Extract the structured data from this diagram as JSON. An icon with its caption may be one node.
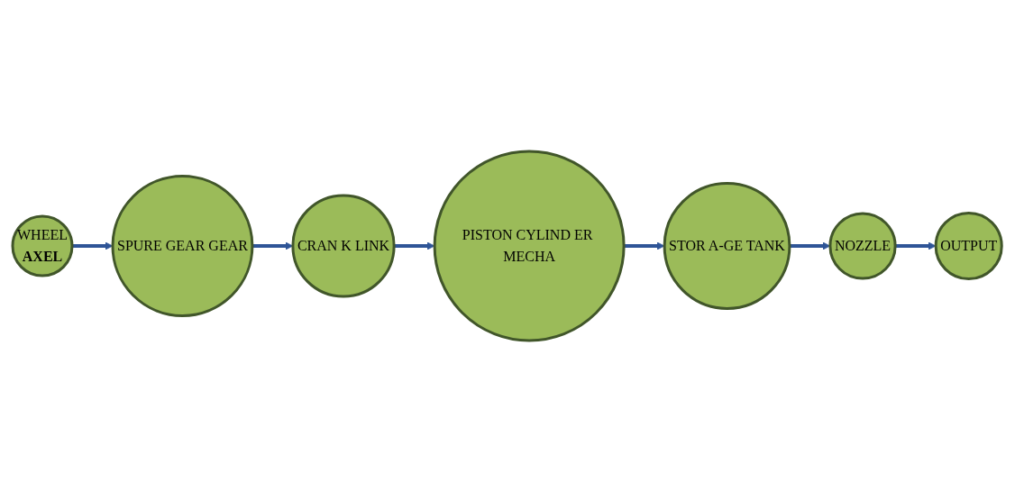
{
  "diagram": {
    "nodes": [
      {
        "text": [
          "WHEEL",
          "AXEL"
        ]
      },
      {
        "text": [
          "SPURE GEAR GEAR"
        ]
      },
      {
        "text": [
          "CRAN K LINK"
        ]
      },
      {
        "text": [
          "PISTON CYLIND ER MECHA"
        ]
      },
      {
        "text": [
          "STOR A-GE TANK"
        ]
      },
      {
        "text": [
          "NOZZLE"
        ]
      },
      {
        "text": [
          "OUTPUT"
        ]
      }
    ],
    "edges": [
      {
        "from": 0,
        "to": 1,
        "arrow": "to"
      },
      {
        "from": 1,
        "to": 2,
        "arrow": "to"
      },
      {
        "from": 2,
        "to": 3,
        "arrow": "to"
      },
      {
        "from": 3,
        "to": 4,
        "arrow": "to"
      },
      {
        "from": 4,
        "to": 5,
        "arrow": "to"
      },
      {
        "from": 5,
        "to": 6,
        "arrow": "to"
      }
    ]
  }
}
